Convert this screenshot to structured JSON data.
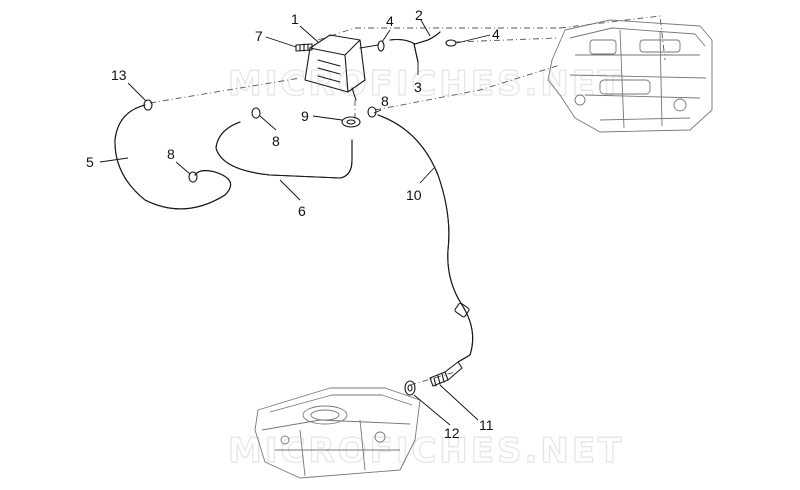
{
  "watermarks": [
    "MICROFICHES.NET",
    "MICROFICHES.NET"
  ],
  "callouts": [
    {
      "id": "c1",
      "text": "1"
    },
    {
      "id": "c2",
      "text": "2"
    },
    {
      "id": "c3",
      "text": "3"
    },
    {
      "id": "c4a",
      "text": "4"
    },
    {
      "id": "c4b",
      "text": "4"
    },
    {
      "id": "c5",
      "text": "5"
    },
    {
      "id": "c6",
      "text": "6"
    },
    {
      "id": "c7",
      "text": "7"
    },
    {
      "id": "c8a",
      "text": "8"
    },
    {
      "id": "c8b",
      "text": "8"
    },
    {
      "id": "c8c",
      "text": "8"
    },
    {
      "id": "c9",
      "text": "9"
    },
    {
      "id": "c10",
      "text": "10"
    },
    {
      "id": "c11",
      "text": "11"
    },
    {
      "id": "c12",
      "text": "12"
    },
    {
      "id": "c13",
      "text": "13"
    }
  ]
}
